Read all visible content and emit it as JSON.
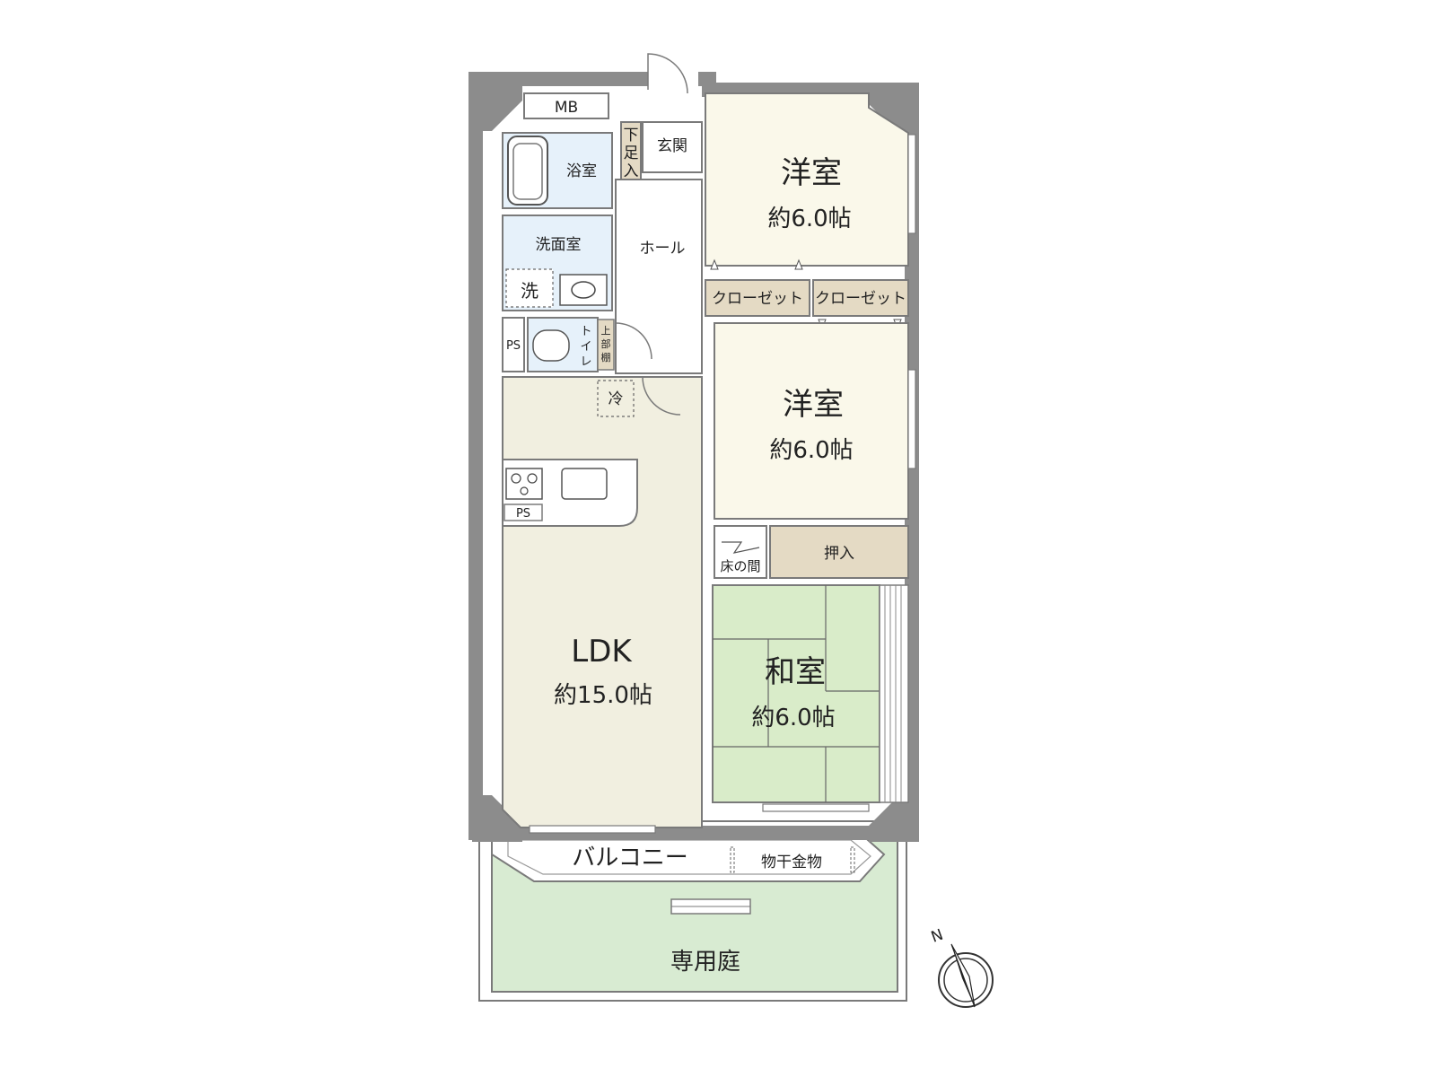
{
  "rooms": {
    "mb": "MB",
    "shoes": [
      "下",
      "足",
      "入"
    ],
    "genkan": "玄関",
    "bath": "浴室",
    "washroom": "洗面室",
    "washer": "洗",
    "hall": "ホール",
    "ps_top": "PS",
    "toilet": [
      "ト",
      "イ",
      "レ"
    ],
    "upper_shelf": [
      "上",
      "部",
      "棚"
    ],
    "fridge": "冷",
    "ps_kitchen": "PS",
    "western1": {
      "name": "洋室",
      "size": "約6.0帖"
    },
    "closet1": "クローゼット",
    "closet2": "クローゼット",
    "western2": {
      "name": "洋室",
      "size": "約6.0帖"
    },
    "tokonoma": "床の間",
    "oshiire": "押入",
    "washitsu": {
      "name": "和室",
      "size": "約6.0帖"
    },
    "ldk": {
      "name": "LDK",
      "size": "約15.0帖"
    },
    "balcony": "バルコニー",
    "laundry_hanger": "物干金物",
    "garden": "専用庭"
  },
  "compass": {
    "label": "N"
  },
  "colors": {
    "wall": "#8c8c8c",
    "wall_dark": "#6e6e6e",
    "western": "#faf8ea",
    "ldk": "#f1efe0",
    "wet": "#e6f1fa",
    "closet": "#e4dac4",
    "washitsu": "#d9ecc9",
    "garden": "#d8ebd2",
    "hall": "#ffffff"
  }
}
